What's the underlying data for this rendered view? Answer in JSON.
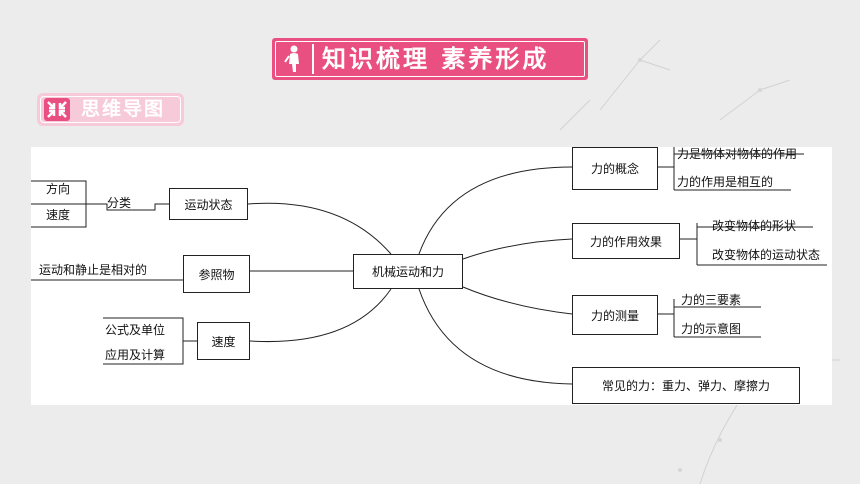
{
  "header": {
    "title": "知识梳理 素养形成",
    "subtitle": "思维导图"
  },
  "colors": {
    "banner": "#ea4f82",
    "sub_banner": "#f6cad9",
    "panel": "#ffffff",
    "line": "#222222"
  },
  "icons": {
    "title": "person-icon",
    "subtitle": "shrink-arrows-icon"
  },
  "mindmap": {
    "center": "机械运动和力",
    "left": {
      "motion_state": {
        "label": "运动状态",
        "connector": "分类",
        "items": [
          "方向",
          "速度"
        ]
      },
      "reference": {
        "label": "参照物",
        "items": [
          "运动和静止是相对的"
        ]
      },
      "speed": {
        "label": "速度",
        "items": [
          "公式及单位",
          "应用及计算"
        ]
      }
    },
    "right": {
      "concept": {
        "label": "力的概念",
        "items": [
          "力是物体对物体的作用",
          "力的作用是相互的"
        ]
      },
      "effect": {
        "label": "力的作用效果",
        "items": [
          "改变物体的形状",
          "改变物体的运动状态"
        ]
      },
      "measure": {
        "label": "力的测量",
        "items": [
          "力的三要素",
          "力的示意图"
        ]
      },
      "common": {
        "label": "常见的力：重力、弹力、摩擦力"
      }
    }
  }
}
